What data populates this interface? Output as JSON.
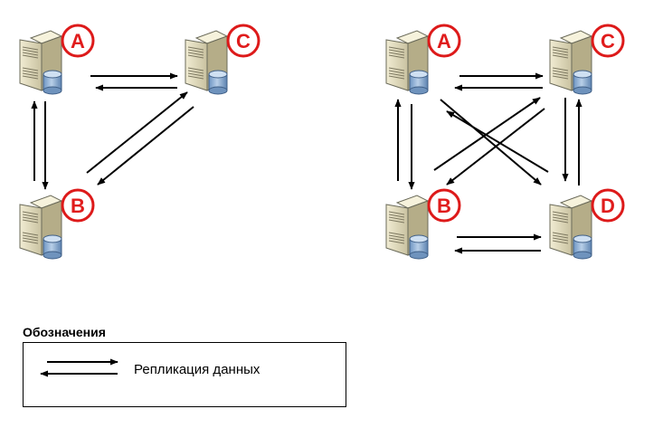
{
  "diagrams": [
    {
      "nodes": [
        {
          "id": "A"
        },
        {
          "id": "C"
        },
        {
          "id": "B"
        }
      ],
      "links": [
        [
          "A",
          "C"
        ],
        [
          "A",
          "B"
        ],
        [
          "B",
          "C"
        ]
      ]
    },
    {
      "nodes": [
        {
          "id": "A"
        },
        {
          "id": "C"
        },
        {
          "id": "B"
        },
        {
          "id": "D"
        }
      ],
      "links": [
        [
          "A",
          "C"
        ],
        [
          "A",
          "B"
        ],
        [
          "B",
          "D"
        ],
        [
          "C",
          "D"
        ],
        [
          "A",
          "D"
        ],
        [
          "B",
          "C"
        ]
      ]
    }
  ],
  "legend": {
    "title": "Обозначения",
    "items": [
      {
        "label": "Репликация данных",
        "symbol": "double-arrow-icon"
      }
    ]
  },
  "colors": {
    "badge_border": "#dd1a1a",
    "badge_text": "#e01c1c",
    "server_body": "#e7e2c6",
    "server_dark": "#6b6b5a",
    "db_blue": "#8fb1d6",
    "arrow": "#000000"
  }
}
